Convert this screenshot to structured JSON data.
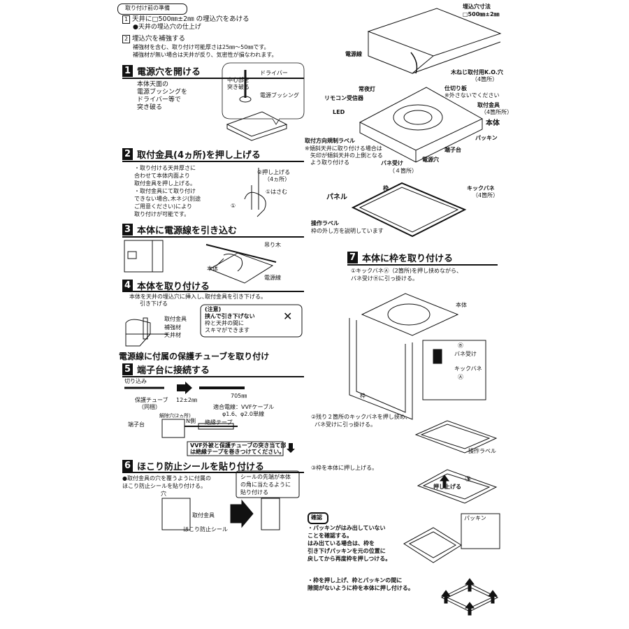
{
  "prep": {
    "header": "取り付け前の準備",
    "item1": "天井に□500㎜±2㎜ の埋込穴をあける",
    "item1_num": "1",
    "item1_sub": "●天井の埋込穴の仕上げ",
    "item2": "埋込穴を補強する",
    "item2_num": "2",
    "item2_sub1": "補強材を含む、取り付け可能厚さは25㎜～50㎜です。",
    "item2_sub2": "補強材が無い場合は天井が反り、気密性が損なわれます。"
  },
  "step1": {
    "num": "1",
    "title": "電源穴を開ける",
    "desc": [
      "本体天面の",
      "電源ブッシングを",
      "ドライバー等で",
      "突き破る"
    ],
    "callout1": "中心部を",
    "callout2": "突き破る",
    "driver": "ドライバー",
    "bushing": "電源ブッシング"
  },
  "step2": {
    "num": "2",
    "title": "取付金具(4ヵ所)を押し上げる",
    "desc": [
      "・取り付ける天井厚さに",
      "  合わせて本体内面より",
      "  取付金具を押し上げる。",
      "・取付金具にて取り付け",
      "  できない場合､木ネジ(別途",
      "  ご用意ください)により",
      "  取り付けが可能です。"
    ],
    "push1": "②押し上げる",
    "push2": "（4ヵ所）",
    "pinch": "①はさむ",
    "n1": "①"
  },
  "step3": {
    "num": "3",
    "title": "本体に電源線を引き込む",
    "hanger": "吊り木",
    "body": "本体",
    "wire": "電源線"
  },
  "step4": {
    "num": "4",
    "title": "本体を取り付ける",
    "desc": "本体を天井の埋込穴に挿入し､取付金具を引き下げる。",
    "pull": "引き下げる",
    "bracket": "取付金具",
    "reinforce": "補強材",
    "ceiling": "天井材",
    "caution_title": "(注意)",
    "caution1": "挟んで引き下げない",
    "caution2": "枠と天井の間に",
    "caution3": "スキマができます"
  },
  "step5": {
    "pre": "電源線に付属の保護チューブを取り付け",
    "num": "5",
    "title": "端子台に接続する",
    "cut": "切り込み",
    "tube1": "保護チューブ",
    "tube2": "（同梱）",
    "dim1": "12±2㎜",
    "dim2": "705㎜",
    "wire1": "適合電線：VVFケーブル",
    "wire2": "φ1.6、φ2.0単線",
    "release": "解除穴(2ヵ所)",
    "n": "N側",
    "terminal": "端子台",
    "tape": "絶縁テープ",
    "note1": "VVF外被と保護チューブの突き当て部",
    "note2": "は絶縁テープを巻きつけてください。"
  },
  "step6": {
    "num": "6",
    "title": "ほこり防止シールを貼り付ける",
    "desc1": "●取付金具の穴を覆うように付属の",
    "desc2": "  ほこり防止シールを貼り付ける。",
    "box1": "シールの先端が本体",
    "box2": "の角に当たるように",
    "box3": "貼り付ける",
    "hole": "穴",
    "bracket": "取付金具",
    "seal": "ほこり防止シール"
  },
  "right_top": {
    "size1": "埋込穴寸法",
    "size2": "□500㎜±2㎜",
    "wire": "電源線",
    "ko1": "木ねじ取付用K.O.穴",
    "ko2": "（4箇所）",
    "night": "常夜灯",
    "remote": "リモコン受信器",
    "led": "LED",
    "partition1": "仕切り板",
    "partition2": "※外さないでください",
    "bracket1": "取付金具",
    "bracket2": "（4箇所所）",
    "body": "本体",
    "packing": "パッキン",
    "dir_label": "取付方向規制ラベル",
    "dir_note1": "※傾斜天井に取り付ける場合は",
    "dir_note2": "矢印が傾斜天井の上側となる",
    "dir_note3": "よう取り付ける",
    "terminal": "端子台",
    "spring1": "バネ受け",
    "spring2": "（４箇所）",
    "hole": "電源穴"
  },
  "panel": {
    "frame": "枠",
    "panel": "パネル",
    "kick1": "キックバネ",
    "kick2": "（4箇所）",
    "op1": "操作ラベル",
    "op2": "枠の外し方を説明しています"
  },
  "step7": {
    "num": "7",
    "title": "本体に枠を取り付ける",
    "d1": "①キックバネⒶ（2箇所)を押し挟めながら、",
    "d2": "  バネ受けⒷに引っ掛ける。",
    "body": "本体",
    "frame": "枠",
    "b": "Ⓑ",
    "spring": "バネ受け",
    "kick": "キックバネ",
    "a": "Ⓐ",
    "d3": "②残り２箇所のキックバネを押し挟め、",
    "d4": "  バネ受けに引っ掛ける。",
    "oplabel": "操作ラベル",
    "d5": "③枠を本体に押し上げる。",
    "push": "押し上げる",
    "n3": "③"
  },
  "confirm": {
    "title": "確認",
    "c1": "・パッキンがはみ出していない",
    "c2": "  ことを確認する。",
    "c3": "  はみ出ている場合は、枠を",
    "c4": "  引き下げパッキンを元の位置に",
    "c5": "  戻してから再度枠を押しつける。",
    "packing": "パッキン",
    "c6": "・枠を押し上げ、枠とパッキンの間に",
    "c7": "  隙間がないように枠を本体に押し付ける。"
  }
}
